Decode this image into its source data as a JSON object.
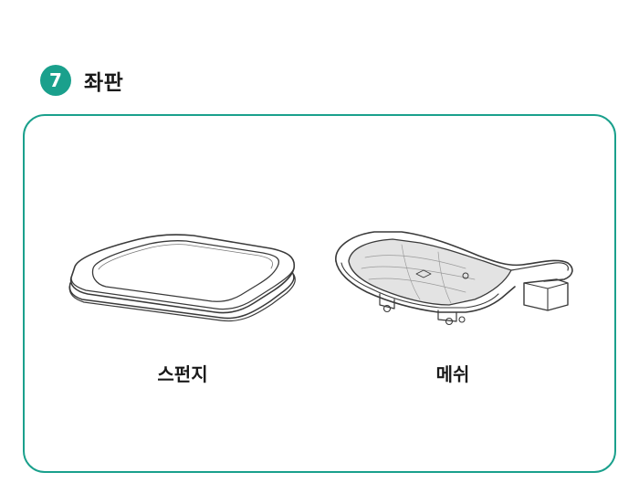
{
  "header": {
    "step_number": "7",
    "title": "좌판"
  },
  "parts": [
    {
      "label": "스펀지",
      "icon": "sponge-seat-pad-icon"
    },
    {
      "label": "메쉬",
      "icon": "mesh-seat-frame-icon"
    }
  ],
  "colors": {
    "accent": "#1aa08c",
    "text": "#1a1a1a",
    "line_art": "#3a3a3a",
    "mesh_fill": "#e3e3e3"
  }
}
